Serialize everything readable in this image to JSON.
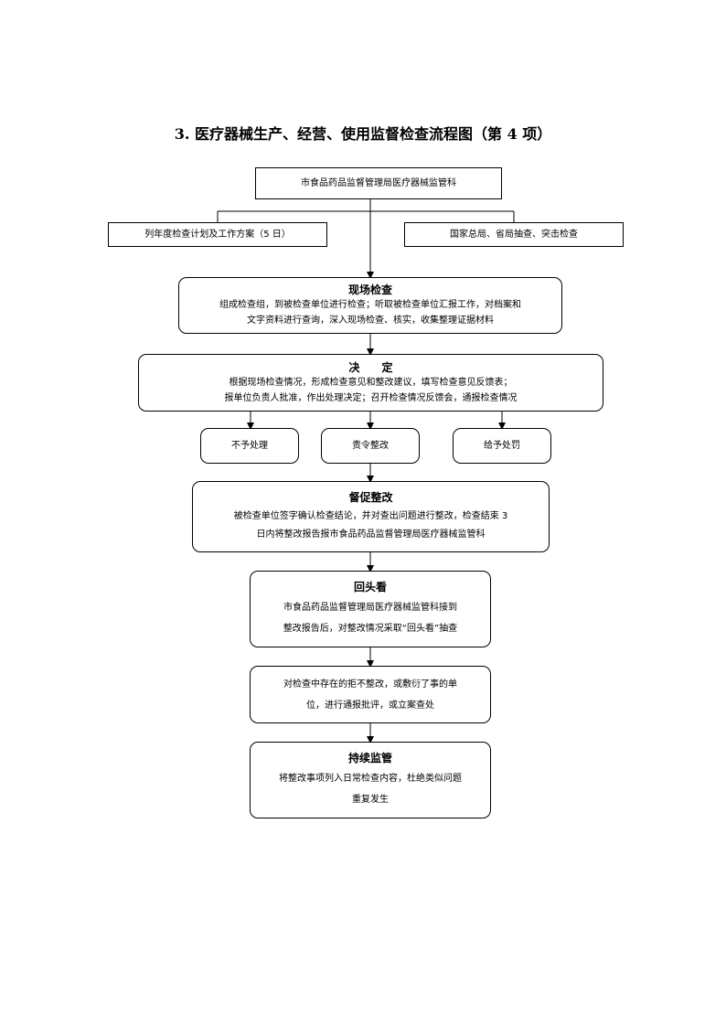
{
  "title": "3.  医疗器械生产、经营、使用监督检查流程图（第 4 项）",
  "nodes": {
    "top": "市食品药品监督管理局医疗器械监管科",
    "left_branch": "列年度检查计划及工作方案（5 日）",
    "right_branch": "国家总局、省局抽查、突击检查",
    "onsite": {
      "heading": "现场检查",
      "line1": "组成检查组，到被检查单位进行检查；听取被检查单位汇报工作，对档案和",
      "line2": "文字资料进行查询，深入现场检查、核实，收集整理证据材料"
    },
    "decision": {
      "heading": "决　　定",
      "line1": "根据现场检查情况，形成检查意见和整改建议，填写检查意见反馈表；",
      "line2": "报单位负责人批准，作出处理决定；召开检查情况反馈会，通报检查情况"
    },
    "outcomes": [
      "不予处理",
      "责令整改",
      "给予处罚"
    ],
    "supervise": {
      "heading": "督促整改",
      "line1": "被检查单位签字确认检查结论，并对查出问题进行整改，检查结束 3",
      "line2": "日内将整改报告报市食品药品监督管理局医疗器械监管科"
    },
    "lookback": {
      "heading": "回头看",
      "line1": "市食品药品监督管理局医疗器械监管科接到",
      "line2": "整改报告后，对整改情况采取“回头看”抽查"
    },
    "report": {
      "line1": "对检查中存在的拒不整改，或敷衍了事的单",
      "line2": "位，进行通报批评，或立案查处"
    },
    "continuous": {
      "heading": "持续监管",
      "line1": "将整改事项列入日常检查内容，杜绝类似问题",
      "line2": "重复发生"
    }
  }
}
